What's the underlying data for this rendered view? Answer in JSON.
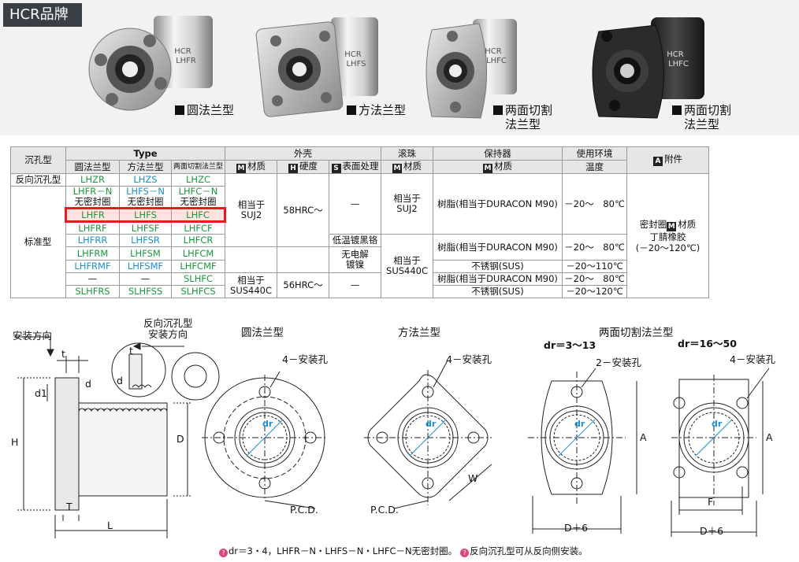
{
  "brand": "HCR品牌",
  "products": [
    {
      "engraving": [
        "HCR",
        "LHFR"
      ],
      "caption": [
        "圆法兰型"
      ]
    },
    {
      "engraving": [
        "HCR",
        "LHFS"
      ],
      "caption": [
        "方法兰型"
      ]
    },
    {
      "engraving": [
        "HCR",
        "LHFC"
      ],
      "caption": [
        "两面切割",
        "法兰型"
      ]
    },
    {
      "engraving": [
        "HCR",
        "LHFC"
      ],
      "caption": [
        "两面切割",
        "法兰型"
      ]
    }
  ],
  "table": {
    "h_sink": "沉孔型",
    "h_type": "Type",
    "h_round": "圆法兰型",
    "h_square": "方法兰型",
    "h_cut": "两面切割法兰型",
    "h_shell": "外壳",
    "h_ball": "滚珠",
    "h_retainer": "保持器",
    "h_env": "使用环境",
    "h_env2": "温度",
    "h_acc": "附件",
    "h_mat": "材质",
    "h_hard": "硬度",
    "h_surf": "表面处理",
    "ic_m": "M",
    "ic_h": "H",
    "ic_s": "S",
    "ic_a": "A",
    "row_reverse": "反向沉孔型",
    "row_standard": "标准型",
    "r1": [
      "LHZR",
      "LHZS",
      "LHZC"
    ],
    "r2": [
      "LHFR－N",
      "LHFS－N",
      "LHFC－N"
    ],
    "r2sub": [
      "无密封圈",
      "无密封圈",
      "无密封圈"
    ],
    "r3": [
      "LHFR",
      "LHFS",
      "LHFC"
    ],
    "r4": [
      "LHFRF",
      "LHFSF",
      "LHFCF"
    ],
    "r5": [
      "LHFRR",
      "LHFSR",
      "LHFCR"
    ],
    "r6": [
      "LHFRM",
      "LHFSM",
      "LHFCM"
    ],
    "r7": [
      "LHFRMF",
      "LHFSMF",
      "LHFCMF"
    ],
    "r8": [
      "—",
      "—",
      "SLHFC"
    ],
    "r9": [
      "SLHFRS",
      "SLHFSS",
      "SLHFCS"
    ],
    "shell1_mat": [
      "相当于",
      "SUJ2"
    ],
    "shell1_hard": "58HRC～",
    "shell_dash": "—",
    "shell2_mat": [
      "相当于",
      "SUS440C"
    ],
    "shell2_hard": "56HRC～",
    "surf_black": "低温镀黑铬",
    "surf_ni": [
      "无电解",
      "镀镍"
    ],
    "ball1": [
      "相当于",
      "SUJ2"
    ],
    "ball2": [
      "相当于",
      "SUS440C"
    ],
    "ret_resin": "树脂(相当于DURACON M90)",
    "ret_ss": "不锈钢(SUS)",
    "env_80": "－20～　80℃",
    "env_110": "－20～110℃",
    "env_120": "－20～120℃",
    "acc": [
      "密封圈",
      "材质",
      "丁腈橡胶",
      "(－20～120℃)"
    ]
  },
  "drawings": {
    "install_dir": "安装方向",
    "rev_dir": [
      "反向沉孔型",
      "安装方向"
    ],
    "t_round": "圆法兰型",
    "t_square": "方法兰型",
    "t_cut": "两面切割法兰型",
    "dr_small": "dr＝3～13",
    "dr_large": "dr＝16～50",
    "holes4": "4－安装孔",
    "holes2": "2－安装孔",
    "pcd": "P.C.D.",
    "dr": "dr",
    "d6": "D＋6",
    "H": "H",
    "L": "L",
    "T": "T",
    "D": "D",
    "W": "W",
    "A": "A",
    "F": "F",
    "t": "t",
    "d": "d",
    "d1": "d1"
  },
  "footnote": [
    "dr＝3・4，LHFR－N・LHFS－N・LHFC－N无密封圈。",
    "反向沉孔型可从反向侧安装。"
  ],
  "colors": {
    "highlight_border": "#e02020",
    "green": "#1a9a3a",
    "blue": "#1e8fd0"
  }
}
